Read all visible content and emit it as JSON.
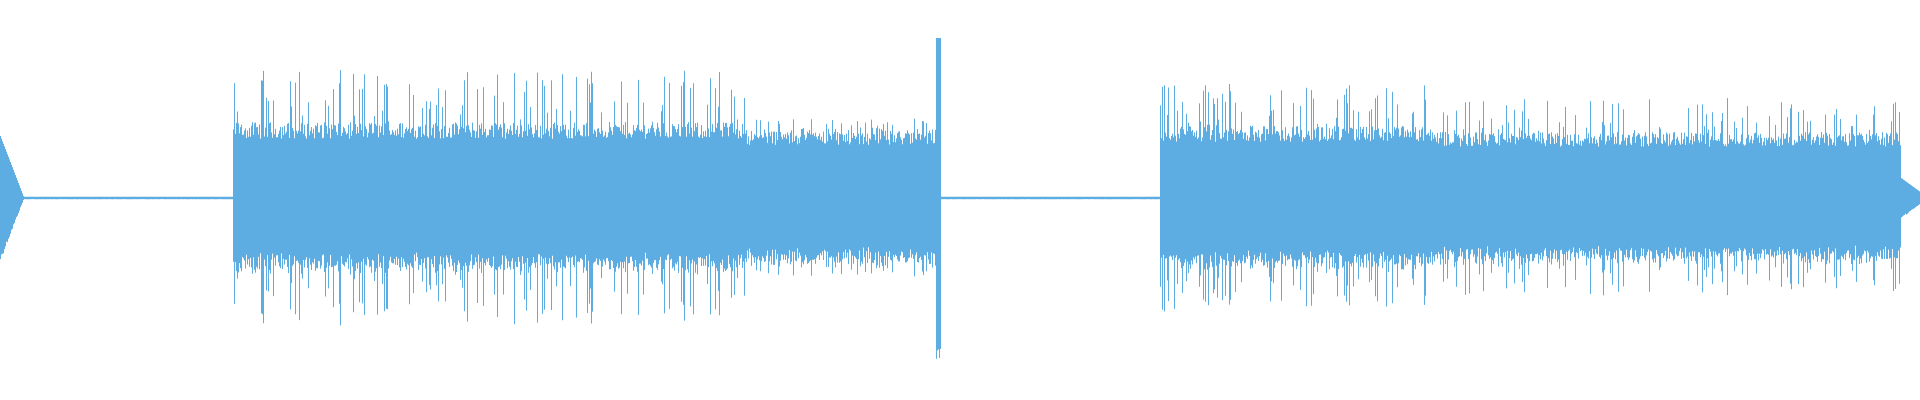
{
  "waveform": {
    "color": "#5dade2",
    "background": "#ffffff",
    "segments": [
      {
        "kind": "decay-burst",
        "start": 0.0,
        "end": 0.012,
        "amplitude": 0.3
      },
      {
        "kind": "silence",
        "start": 0.012,
        "end": 0.121,
        "amplitude": 0.006
      },
      {
        "kind": "loud",
        "start": 0.121,
        "end": 0.389,
        "amplitude": 0.38,
        "peak": 0.64
      },
      {
        "kind": "medium",
        "start": 0.389,
        "end": 0.487,
        "amplitude": 0.34,
        "peak": 0.4
      },
      {
        "kind": "spike",
        "start": 0.487,
        "end": 0.49,
        "amplitude": 0.8
      },
      {
        "kind": "silence",
        "start": 0.49,
        "end": 0.604,
        "amplitude": 0.006
      },
      {
        "kind": "loud",
        "start": 0.604,
        "end": 0.745,
        "amplitude": 0.36,
        "peak": 0.57
      },
      {
        "kind": "medium",
        "start": 0.745,
        "end": 0.99,
        "amplitude": 0.33,
        "peak": 0.5
      },
      {
        "kind": "fade",
        "start": 0.99,
        "end": 1.0,
        "amplitude": 0.1
      }
    ]
  }
}
